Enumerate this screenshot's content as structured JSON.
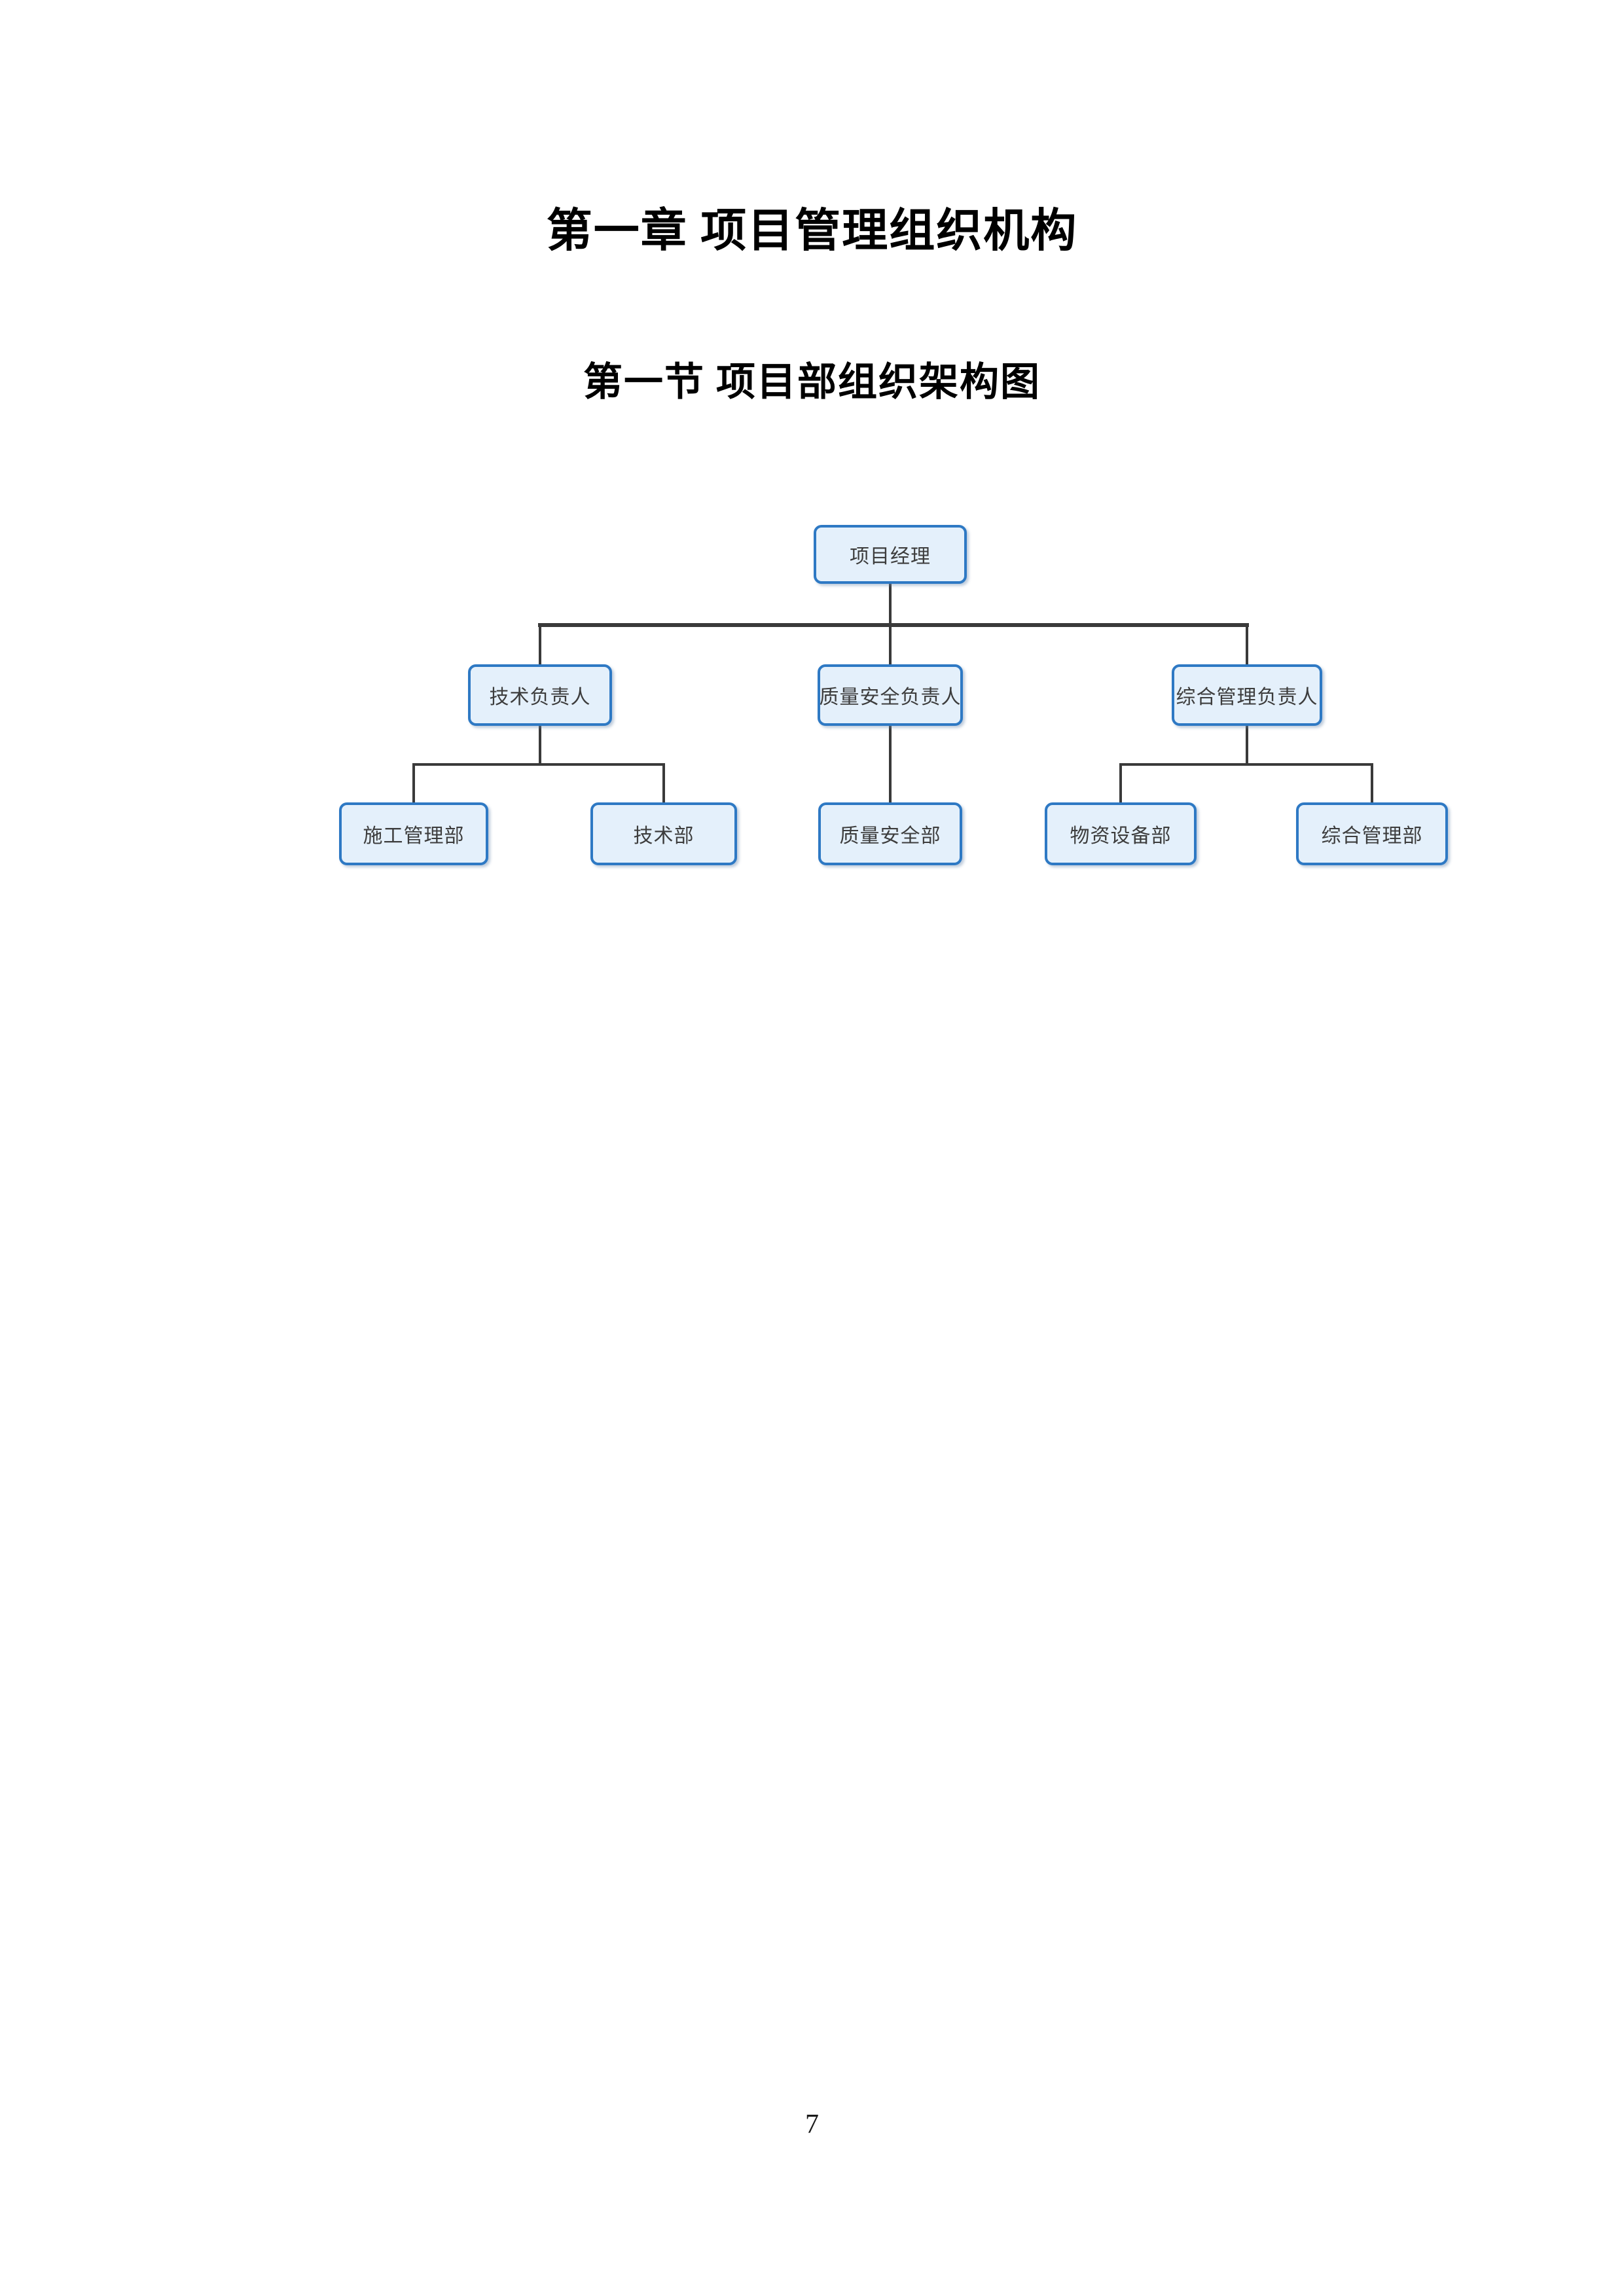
{
  "document": {
    "chapter_title": "第一章 项目管理组织机构",
    "section_title": "第一节 项目部组织架构图",
    "page_number": "7"
  },
  "org_chart": {
    "root": {
      "label": "项目经理"
    },
    "managers": [
      {
        "label": "技术负责人"
      },
      {
        "label": "质量安全负责人"
      },
      {
        "label": "综合管理负责人"
      }
    ],
    "departments": [
      {
        "label": "施工管理部"
      },
      {
        "label": "技术部"
      },
      {
        "label": "质量安全部"
      },
      {
        "label": "物资设备部"
      },
      {
        "label": "综合管理部"
      }
    ]
  },
  "colors": {
    "node_fill": "#e4f0fb",
    "node_border": "#2e79c4",
    "node_text": "#3d3d3d",
    "connector": "#3a3a3a",
    "heading_text": "#000000"
  }
}
